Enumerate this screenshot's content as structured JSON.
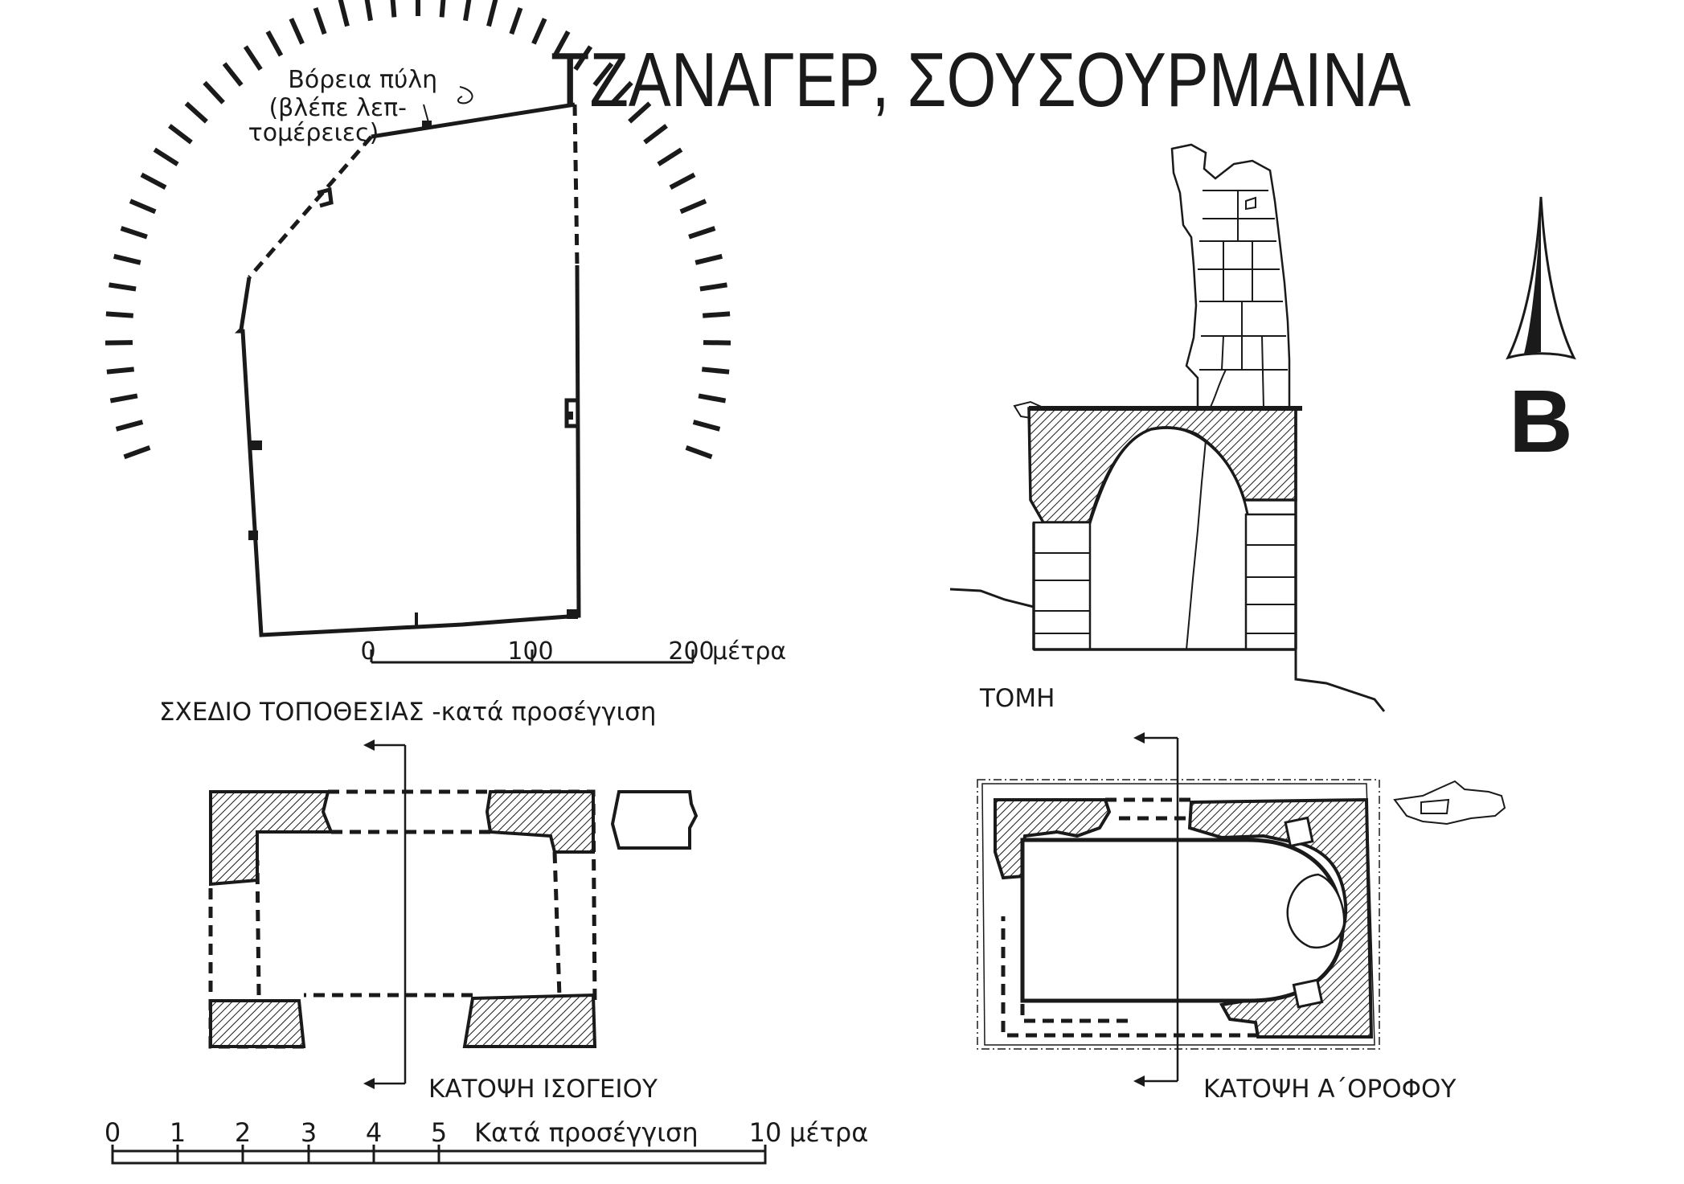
{
  "title": "ΤΖΑΝΑΓΕΡ, ΣΟΥΣΟΥΡΜΑΙΝΑ",
  "north": {
    "label": "Β"
  },
  "site_plan": {
    "caption": "ΣΧΕΔΙΟ ΤΟΠΟΘΕΣΙΑΣ -κατά προσέγγιση",
    "gate_note_lines": [
      "Βόρεια πύλη",
      "(βλέπε λεπ-",
      "τομέρειες)"
    ],
    "scale_ticks": [
      "0",
      "100",
      "200"
    ],
    "scale_unit": "μέτρα"
  },
  "section": {
    "caption": "ΤΟΜΗ"
  },
  "ground_plan": {
    "caption": "ΚΑΤΟΨΗ ΙΣΟΓΕΙΟΥ"
  },
  "first_floor_plan": {
    "caption": "ΚΑΤΟΨΗ Α΄ΟΡΟΦΟΥ"
  },
  "bottom_scale": {
    "ticks": [
      "0",
      "1",
      "2",
      "3",
      "4",
      "5",
      "10"
    ],
    "note": "Κατά προσέγγιση",
    "unit": "μέτρα"
  }
}
